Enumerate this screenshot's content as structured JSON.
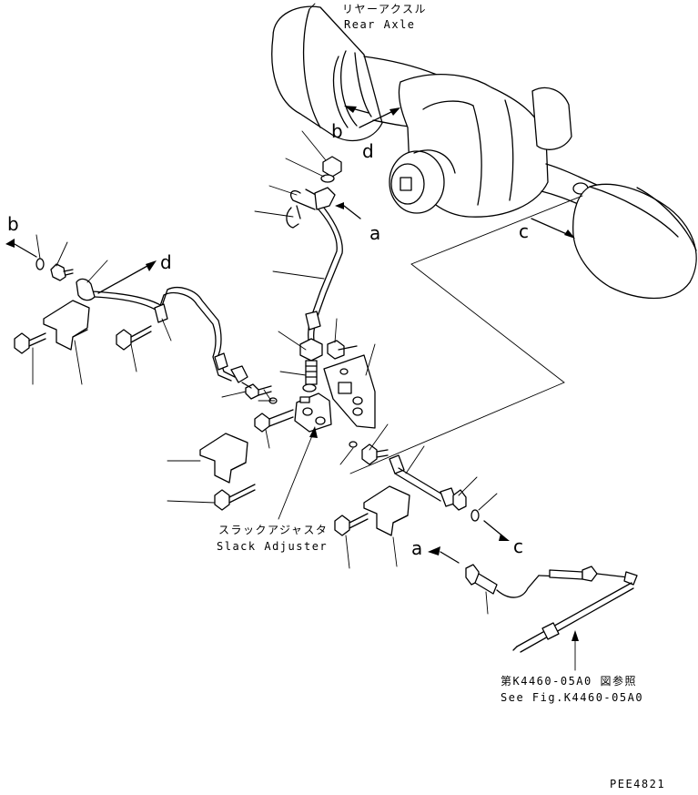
{
  "labels": {
    "rear_axle_jp": "リヤーアクスル",
    "rear_axle_en": "Rear Axle",
    "slack_adjuster_jp": "スラックアジャスタ",
    "slack_adjuster_en": "Slack Adjuster",
    "see_fig_jp": "第K4460-05A0 図参照",
    "see_fig_en": "See Fig.K4460-05A0",
    "drawing_code": "PEE4821"
  },
  "connection_markers": {
    "b_upper": "b",
    "d_upper": "d",
    "c_upper": "c",
    "a_upper": "a",
    "b_left": "b",
    "d_left": "d",
    "a_lower": "a",
    "c_lower": "c"
  }
}
